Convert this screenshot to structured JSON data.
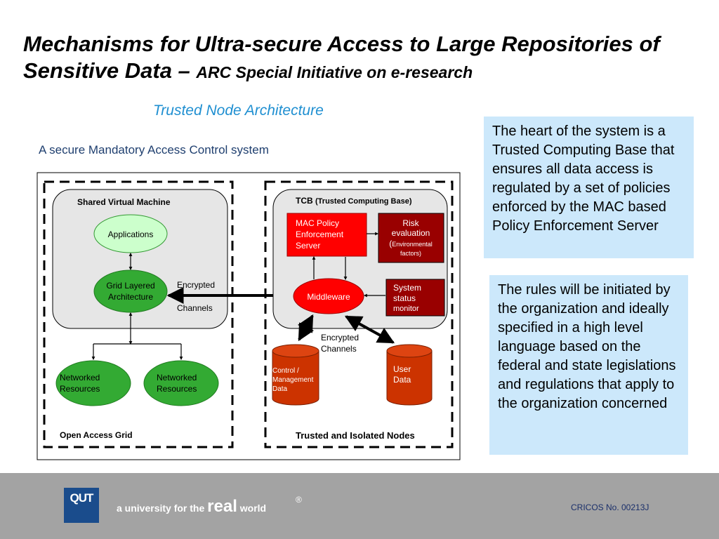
{
  "header": {
    "title_main": "Mechanisms for Ultra-secure Access to Large Repositories of Sensitive Data –",
    "title_sub": "ARC Special Initiative on e-research",
    "subtitle": "Trusted Node Architecture",
    "caption": "A secure Mandatory Access Control system"
  },
  "diagram": {
    "shared_vm": "Shared Virtual Machine",
    "applications": "Applications",
    "grid_line1": "Grid Layered",
    "grid_line2": "Architecture",
    "encrypted": "Encrypted",
    "channels": "Channels",
    "networked": "Networked",
    "resources": "Resources",
    "open_access_grid": "Open Access Grid",
    "tcb": "TCB",
    "tcb_full": "(Trusted Computing Base)",
    "mac1": "MAC Policy",
    "mac2": "Enforcement",
    "mac3": "Server",
    "risk1": "Risk",
    "risk2": "evaluation",
    "risk3": "(",
    "risk3b": "Environmental",
    "risk4": "factors)",
    "middleware": "Middleware",
    "sys1": "System",
    "sys2": "status",
    "sys3": "monitor",
    "enc_channels_1": "Encrypted",
    "enc_channels_2": "Channels",
    "ctrl1": "Control /",
    "ctrl2": "Management",
    "ctrl3": "Data",
    "user1": "User",
    "user2": "Data",
    "trusted_nodes": "Trusted and Isolated Nodes",
    "colors": {
      "green": "#ccffcc",
      "dark_green": "#33aa33",
      "red": "#ff0000",
      "dark_red": "#990000",
      "cylinder": "#cc3300",
      "panel": "#e6e6e6"
    }
  },
  "info": {
    "box1": "The heart of the system is a Trusted Computing Base that ensures all data access is regulated by a set of policies enforced by the MAC based Policy Enforcement Server",
    "box2": "The rules will be initiated by the organization and ideally specified in a high level language based on the federal and state legislations and regulations that apply to the organization concerned"
  },
  "footer": {
    "logo": "QUT",
    "tagline_pre": "a university for the",
    "tagline_real": "real",
    "tagline_post": "world",
    "registered": "®",
    "cricos": "CRICOS No. 00213J"
  }
}
